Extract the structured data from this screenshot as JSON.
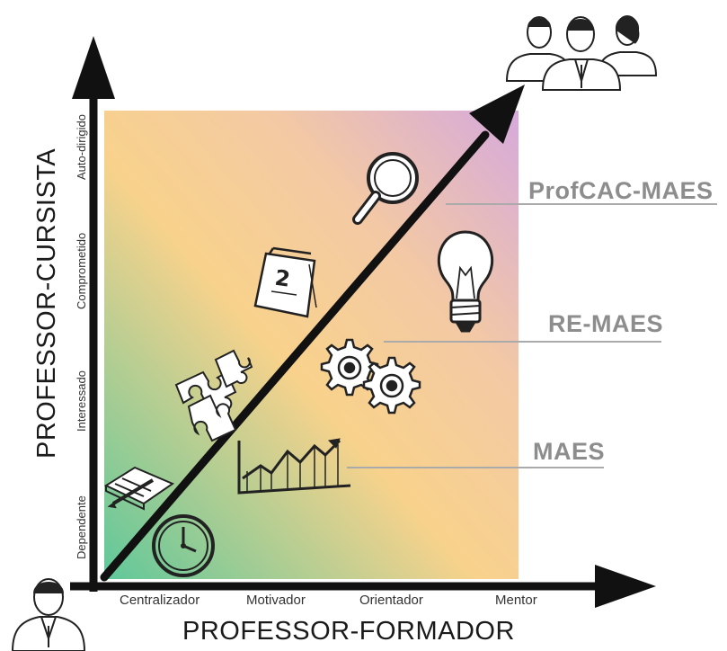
{
  "diagram": {
    "x_axis": {
      "title": "PROFESSOR-FORMADOR",
      "ticks": [
        "Centralizador",
        "Motivador",
        "Orientador",
        "Mentor"
      ]
    },
    "y_axis": {
      "title": "PROFESSOR-CURSISTA",
      "ticks": [
        "Dependente",
        "Interessado",
        "Comprometido",
        "Auto-dirigido"
      ]
    },
    "levels": [
      "MAES",
      "RE-MAES",
      "ProfCAC-MAES"
    ],
    "colors": {
      "gradient_green": "#6fcf9c",
      "gradient_orange": "#f7d08a",
      "gradient_purple": "#d9aedb",
      "axis": "#111111",
      "level_text": "#8d8d8d",
      "leader_line": "#aaaaaa"
    },
    "icons": [
      "notebook-pen-icon",
      "clock-icon",
      "puzzle-icon",
      "line-chart-icon",
      "calendar-icon",
      "gears-icon",
      "lightbulb-icon",
      "magnifier-icon",
      "teacher-icon",
      "group-icon"
    ]
  }
}
